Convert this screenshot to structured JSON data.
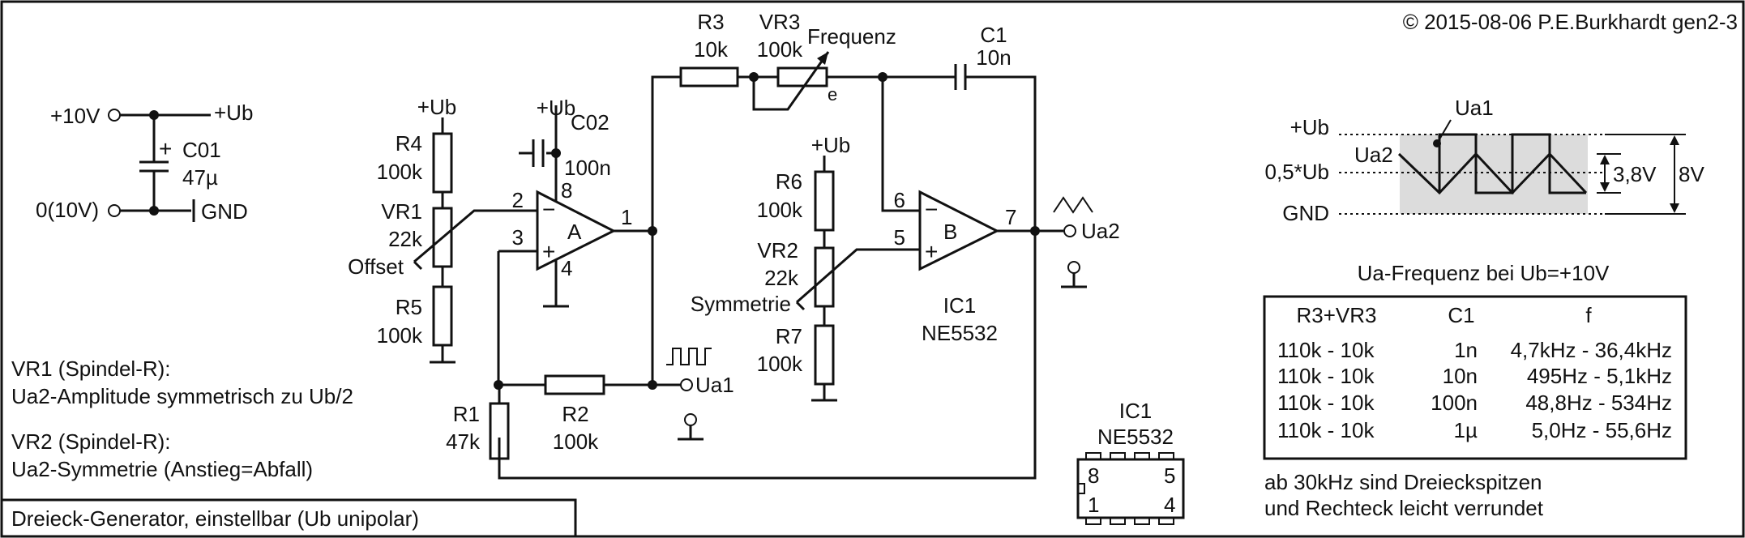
{
  "copyright": "© 2015-08-06 P.E.Burkhardt gen2-3",
  "title": "Dreieck-Generator, einstellbar (Ub unipolar)",
  "supply": {
    "plus10v": "+10V",
    "plus_ub": "+Ub",
    "zero": "0(10V)",
    "gnd": "GND",
    "c01_name": "C01",
    "c01_value": "47µ"
  },
  "components": {
    "r3": {
      "name": "R3",
      "value": "10k"
    },
    "vr3": {
      "name": "VR3",
      "value": "100k",
      "label": "Frequenz",
      "wiper": "e"
    },
    "c1": {
      "name": "C1",
      "value": "10n"
    },
    "r4": {
      "name": "R4",
      "value": "100k"
    },
    "vr1": {
      "name": "VR1",
      "value": "22k",
      "label": "Offset"
    },
    "r5": {
      "name": "R5",
      "value": "100k"
    },
    "c02": {
      "name": "C02",
      "value": "100n"
    },
    "r6": {
      "name": "R6",
      "value": "100k"
    },
    "vr2": {
      "name": "VR2",
      "value": "22k",
      "label": "Symmetrie"
    },
    "r7": {
      "name": "R7",
      "value": "100k"
    },
    "r1": {
      "name": "R1",
      "value": "47k"
    },
    "r2": {
      "name": "R2",
      "value": "100k"
    }
  },
  "opamps": {
    "a": {
      "name": "A",
      "pin_inv": "2",
      "pin_noninv": "3",
      "pin_out": "1",
      "pin_vcc": "8",
      "pin_gnd": "4"
    },
    "b": {
      "name": "B",
      "pin_inv": "6",
      "pin_noninv": "5",
      "pin_out": "7"
    },
    "ic_name": "IC1",
    "ic_type": "NE5532"
  },
  "labels": {
    "plus_ub": "+Ub",
    "minus": "−",
    "plus": "+",
    "ua1": "Ua1",
    "ua2": "Ua2"
  },
  "package": {
    "name": "IC1",
    "type": "NE5532",
    "pin8": "8",
    "pin5": "5",
    "pin1": "1",
    "pin4": "4"
  },
  "waveform": {
    "plus_ub": "+Ub",
    "half_ub": "0,5*Ub",
    "gnd": "GND",
    "ua1": "Ua1",
    "ua2": "Ua2",
    "amp_small": "3,8V",
    "amp_big": "8V"
  },
  "notes": {
    "vr1_title": "VR1 (Spindel-R):",
    "vr1_text": "Ua2-Amplitude symmetrisch zu Ub/2",
    "vr2_title": "VR2 (Spindel-R):",
    "vr2_text": "Ua2-Symmetrie (Anstieg=Abfall)",
    "rounding_1": "ab 30kHz sind Dreieckspitzen",
    "rounding_2": "und Rechteck leicht verrundet"
  },
  "freq_table": {
    "title": "Ua-Frequenz bei Ub=+10V",
    "headers": [
      "R3+VR3",
      "C1",
      "f"
    ],
    "rows": [
      [
        "110k - 10k",
        "1n",
        "4,7kHz - 36,4kHz"
      ],
      [
        "110k - 10k",
        "10n",
        "495Hz - 5,1kHz"
      ],
      [
        "110k - 10k",
        "100n",
        "48,8Hz - 534Hz"
      ],
      [
        "110k - 10k",
        "1µ",
        "5,0Hz - 55,6Hz"
      ]
    ]
  }
}
